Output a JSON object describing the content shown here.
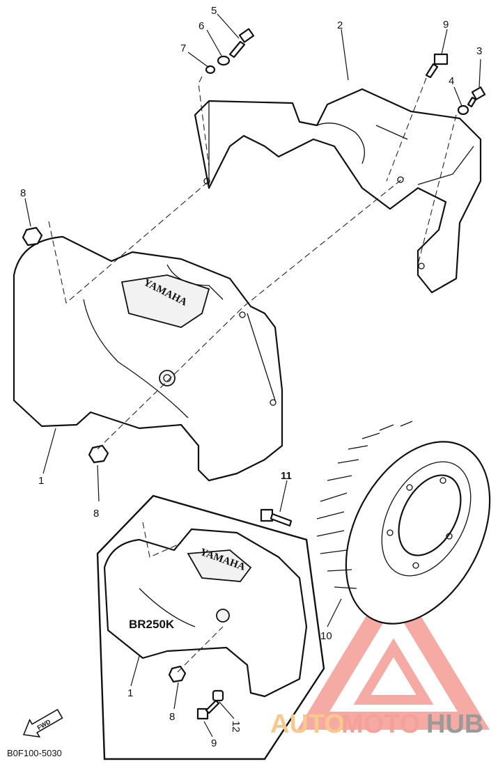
{
  "callouts": {
    "c1a": "1",
    "c1b": "1",
    "c2": "2",
    "c3": "3",
    "c4": "4",
    "c5": "5",
    "c6": "6",
    "c7": "7",
    "c8a": "8",
    "c8b": "8",
    "c8c": "8",
    "c9a": "9",
    "c9b": "9",
    "c10": "10",
    "c11": "11",
    "c12": "12"
  },
  "cover_brand": "YAMAHA",
  "inset_model": "BR250K",
  "direction_mark": "FWD",
  "diagram_code": "B0F100-5030",
  "watermark": {
    "text_part1": "AUTO",
    "text_part2": "MOTO",
    "text_part3": "HUB",
    "color_primary": "#f7a6a0",
    "color_secondary": "#9a9a9a"
  }
}
